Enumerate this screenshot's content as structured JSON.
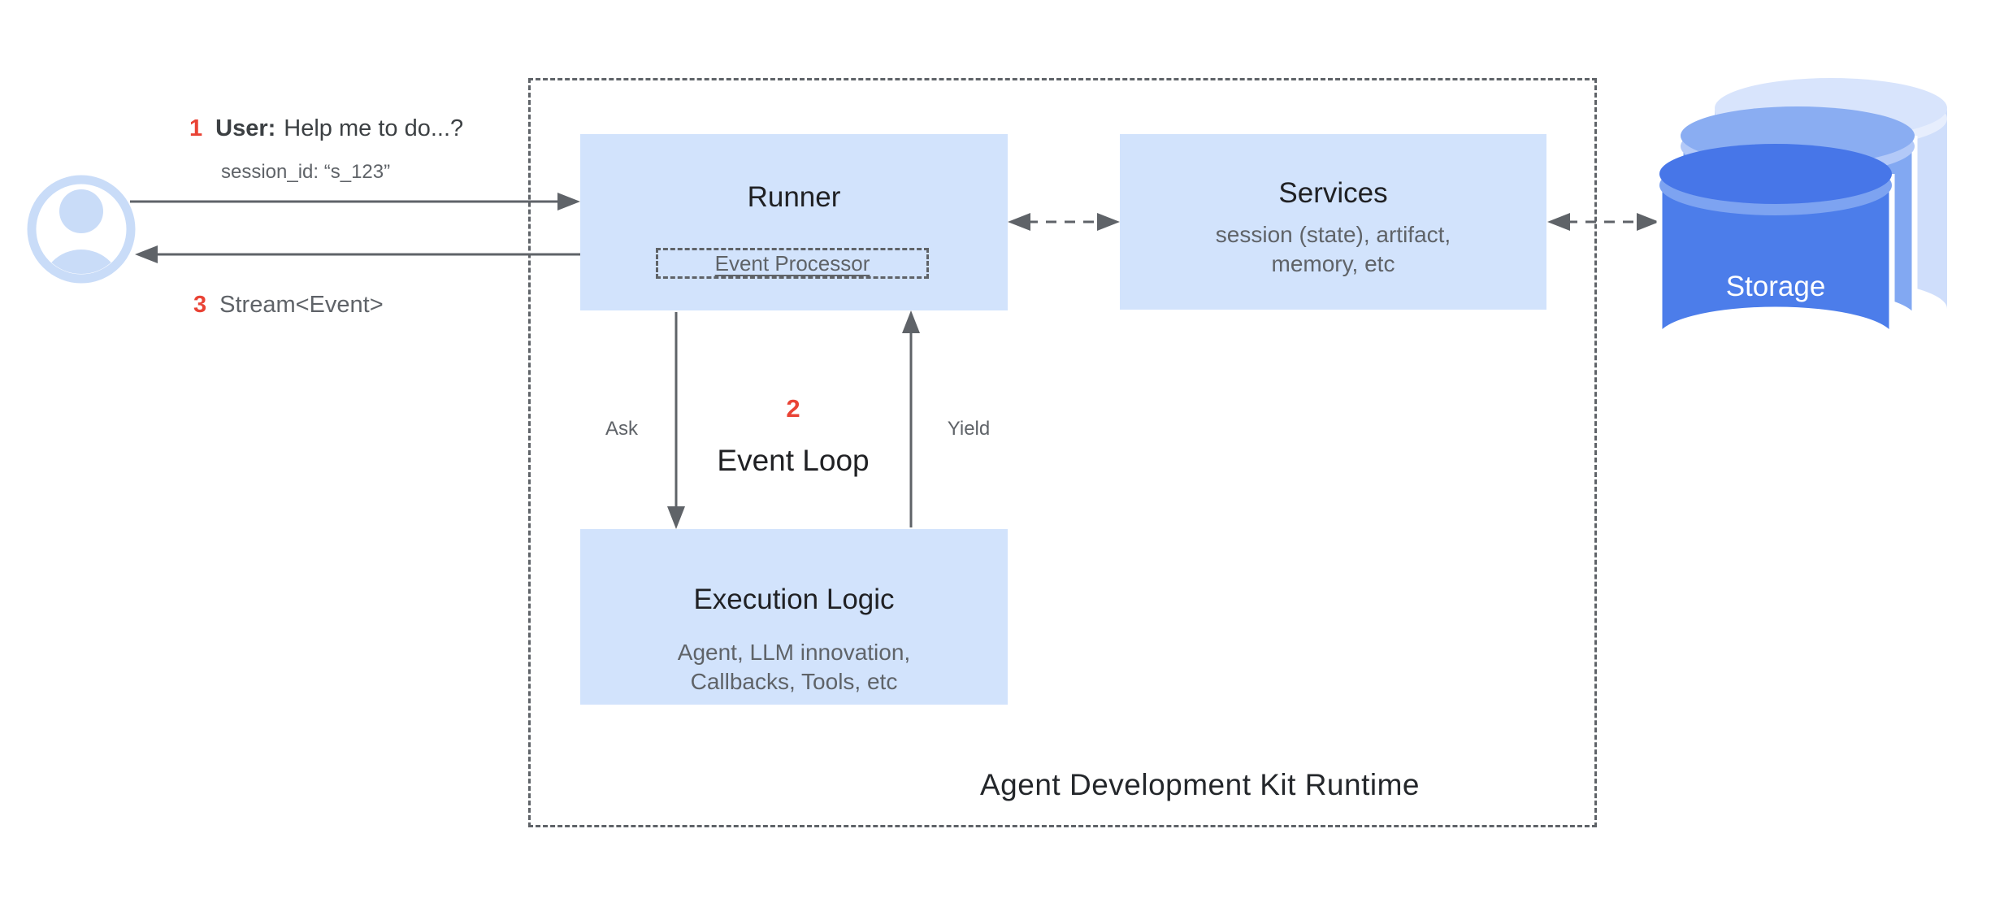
{
  "diagram": {
    "caption": "Agent Development Kit Runtime"
  },
  "user_flow": {
    "step1": {
      "num": "1",
      "actor": "User:",
      "message": "Help me to do...?",
      "session": "session_id: “s_123”"
    },
    "step2": {
      "num": "2",
      "label": "Event Loop",
      "ask": "Ask",
      "yield": "Yield"
    },
    "step3": {
      "num": "3",
      "message": "Stream<Event>"
    }
  },
  "boxes": {
    "runner": {
      "title": "Runner",
      "processor": "Event Processor"
    },
    "services": {
      "title": "Services",
      "line1": "session (state), artifact,",
      "line2": "memory, etc"
    },
    "execution": {
      "title": "Execution Logic",
      "line1": "Agent, LLM innovation,",
      "line2": "Callbacks, Tools, etc"
    },
    "storage": {
      "title": "Storage"
    }
  },
  "colors": {
    "box_fill": "#d2e3fc",
    "accent_red": "#e94335",
    "line_gray": "#5f6368",
    "title_dark": "#202124",
    "secondary_gray": "#5f6368",
    "storage_front_blue": "#4c7dea",
    "storage_mid_blue": "#82a8f2",
    "storage_back_blue": "#cfdefb",
    "avatar_blue": "#c9dcf8"
  }
}
